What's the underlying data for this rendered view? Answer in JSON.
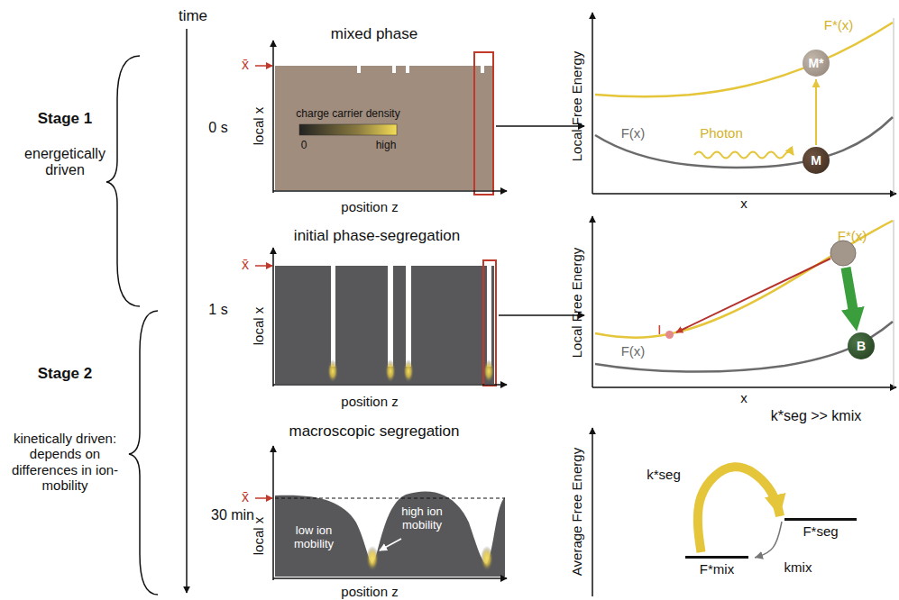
{
  "diagram": {
    "nodes": [
      {
        "text": [
          "M*"
        ]
      },
      {
        "text": [
          "M"
        ]
      },
      {
        "text": [
          "I"
        ]
      },
      {
        "text": [
          "B"
        ]
      },
      {
        "text": [
          "F*mix"
        ]
      },
      {
        "text": [
          "F*seg"
        ]
      }
    ],
    "edges": [
      {
        "from": 1,
        "to": 0,
        "arrow": "to"
      },
      {
        "from": 4,
        "to": 5,
        "label": "k*seg",
        "arrow": "to"
      },
      {
        "from": 5,
        "to": 4,
        "label": "kmix",
        "arrow": "to"
      }
    ],
    "labels": [
      "time",
      "0 s",
      "1 s",
      "30 min",
      "Stage 1",
      "energetically driven",
      "Stage 2",
      "kinetically driven: depends on differences in ion-mobility",
      "mixed phase",
      "x̄",
      "local x",
      "charge carrier density",
      "0",
      "high",
      "position z",
      "initial phase-segregation",
      "x̄",
      "local x",
      "position z",
      "macroscopic segregation",
      "x̄",
      "local x",
      "low ion mobility",
      "high ion mobility",
      "position z",
      "Local Free Energy",
      "x",
      "F*(x)",
      "Photon",
      "F(x)",
      "Local Free Energy",
      "x",
      "F*(x)",
      "F(x)",
      "k*seg >> kmix",
      "Average Free Energy"
    ]
  }
}
